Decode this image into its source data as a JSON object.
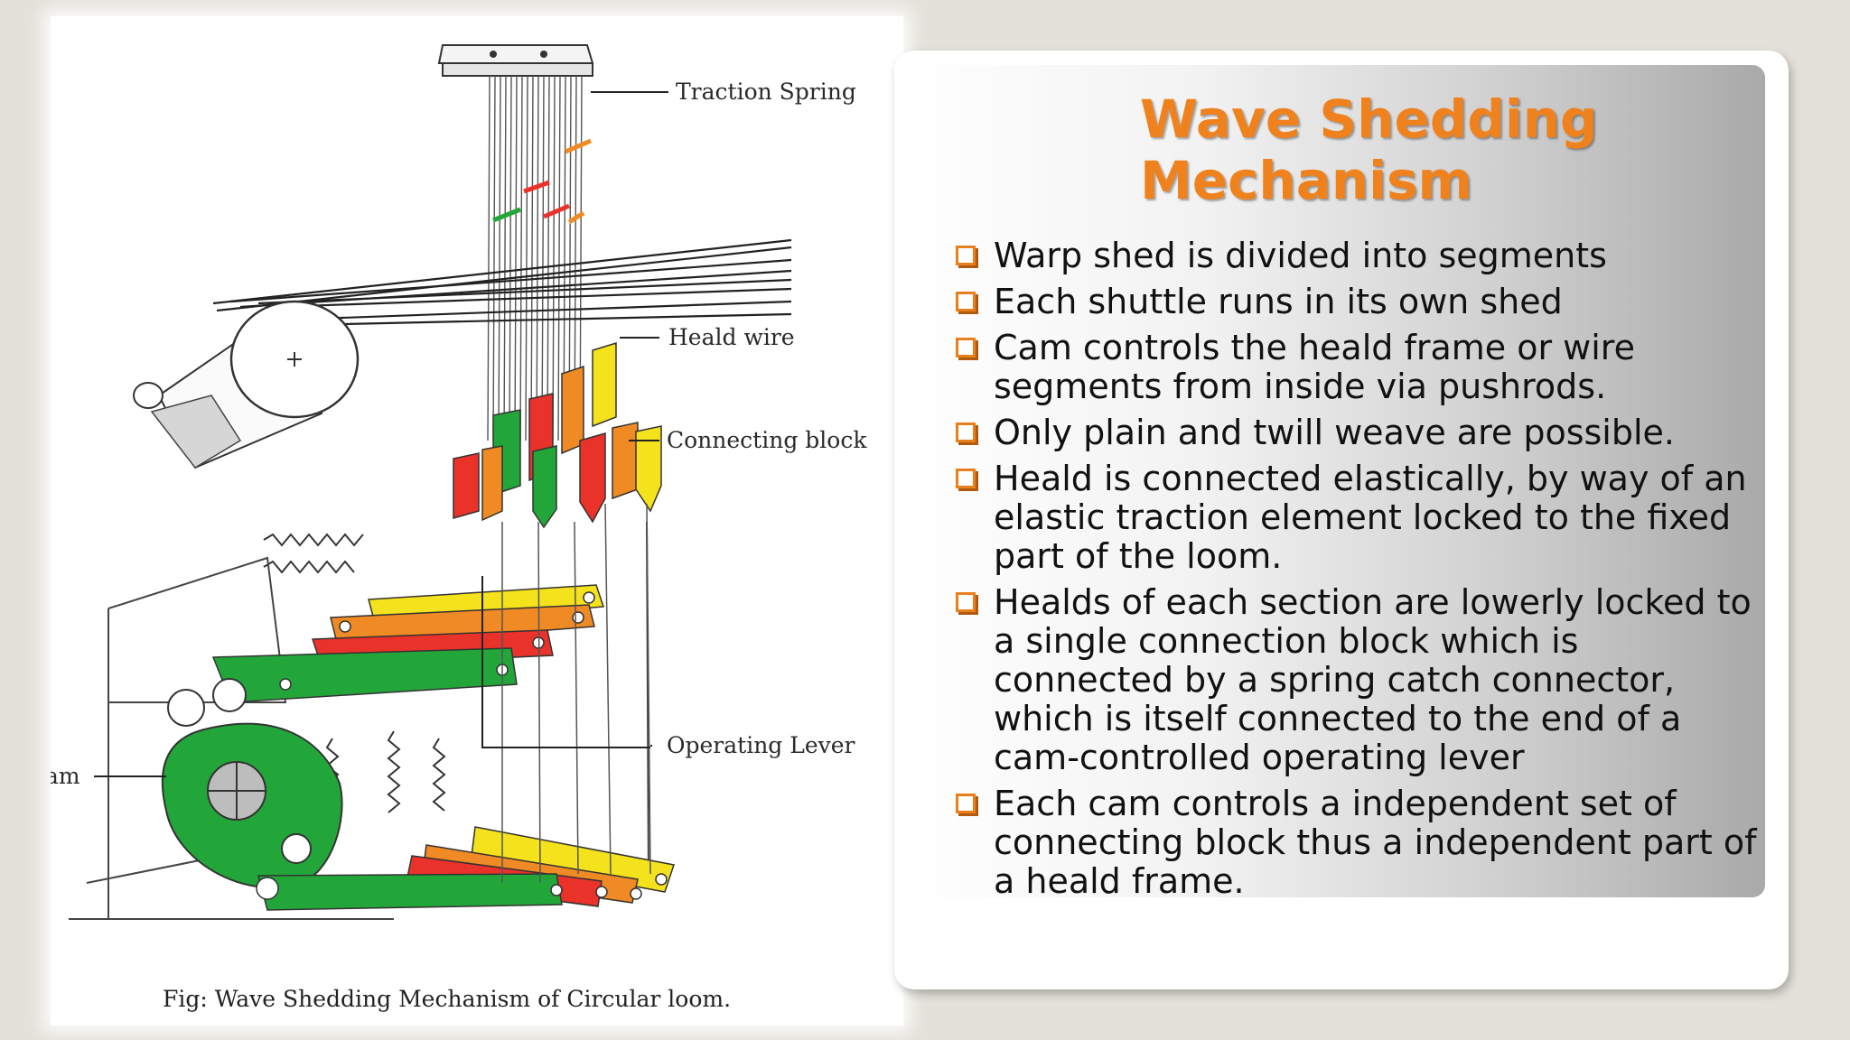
{
  "slide": {
    "title": "Wave Shedding Mechanism",
    "bullets": [
      "Warp shed is divided into segments",
      "Each shuttle runs in its own shed",
      "Cam controls the heald frame or wire segments from inside via pushrods.",
      "Only plain and twill weave are possible.",
      "Heald is connected elastically, by way of an elastic traction element locked to the fixed part of the loom.",
      "Healds of each section are lowerly locked to a single connection block which is connected by a spring catch connector, which is itself connected to the end of a cam-controlled operating lever",
      "Each cam controls a independent set of connecting block thus a independent part of a heald frame."
    ]
  },
  "figure": {
    "labels": {
      "traction_spring": "Traction Spring",
      "heald_wire": "Heald wire",
      "connecting_block": "Connecting block",
      "operating_lever": "Operating Lever",
      "cam": "am"
    },
    "caption": "Fig: Wave Shedding Mechanism of Circular loom."
  },
  "colors": {
    "title": "#f0821e",
    "bullet_marker": "#e87f1c",
    "lever_green": "#22a63a",
    "lever_red": "#e8322a",
    "lever_orange": "#f08a24",
    "lever_yellow": "#f4e21c"
  }
}
